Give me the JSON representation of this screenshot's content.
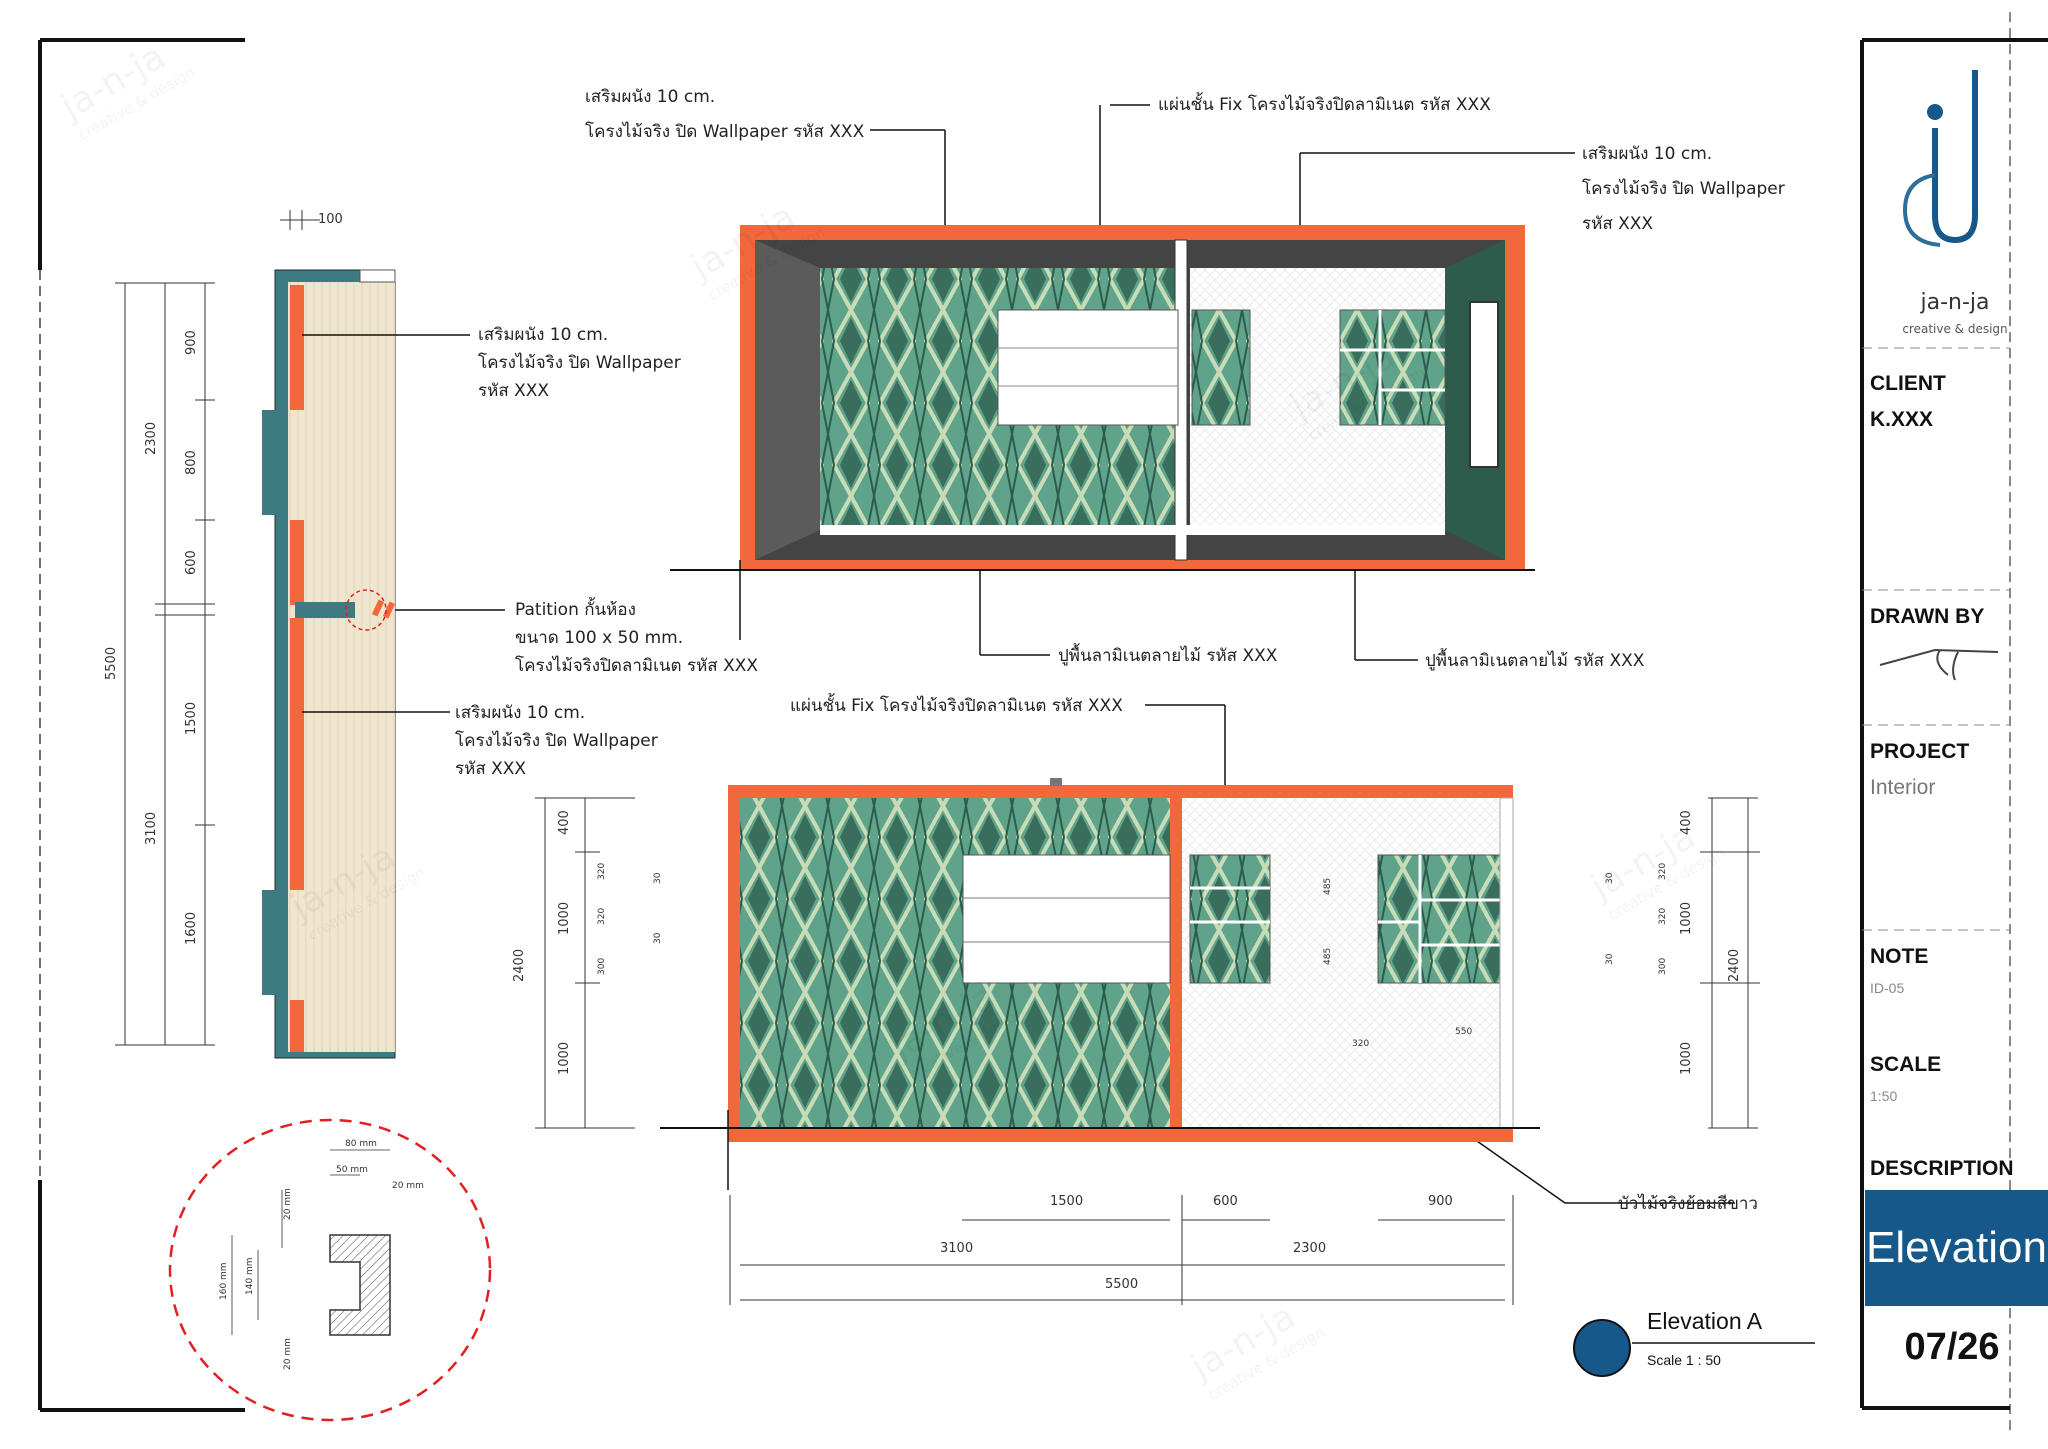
{
  "titleblock": {
    "logo": "ja-n-ja",
    "logo_tagline": "creative & design",
    "client_label": "CLIENT",
    "client_value": "K.XXX",
    "drawn_by_label": "DRAWN BY",
    "project_label": "PROJECT",
    "project_value": "Interior",
    "note_label": "NOTE",
    "note_value": "ID-05",
    "scale_label": "SCALE",
    "scale_value": "1:50",
    "description_label": "DESCRIPTION",
    "description_value": "Elevation",
    "sheet_number": "07/26"
  },
  "elevation_label": {
    "title": "Elevation A",
    "scale": "Scale 1 : 50"
  },
  "watermark": {
    "line1": "ja-n-ja",
    "line2": "creative & design"
  },
  "annotations": {
    "plan_wall_top": [
      "เสริมผนัง 10 cm.",
      "โครงไม้จริง ปิด Wallpaper",
      "รหัส XXX"
    ],
    "plan_partition": [
      "Patition กั้นห้อง",
      "ขนาด 100 x 50 mm.",
      "โครงไม้จริงปิดลามิเนต รหัส XXX"
    ],
    "plan_wall_bottom": [
      "เสริมผนัง 10 cm.",
      "โครงไม้จริง ปิด Wallpaper",
      "รหัส XXX"
    ],
    "persp_wall_left": [
      "เสริมผนัง 10 cm.",
      "โครงไม้จริง ปิด Wallpaper รหัส XXX"
    ],
    "persp_shelf": [
      "แผ่นชั้น Fix โครงไม้จริงปิดลามิเนต รหัส XXX"
    ],
    "persp_wall_right": [
      "เสริมผนัง 10 cm.",
      "โครงไม้จริง ปิด Wallpaper",
      "รหัส XXX"
    ],
    "persp_floor_left": [
      "ปูพื้นลามิเนตลายไม้ รหัส XXX"
    ],
    "persp_floor_right": [
      "ปูพื้นลามิเนตลายไม้ รหัส XXX"
    ],
    "elev_shelf": [
      "แผ่นชั้น Fix โครงไม้จริงปิดลามิเนต รหัส XXX"
    ],
    "elev_skirting": [
      "บัวไม้จริงย้อมสีขาว"
    ]
  },
  "dimensions": {
    "plan_top_thickness": "100",
    "plan_total": "5500",
    "plan_upper": "2300",
    "plan_lower": "3100",
    "plan_seg_900": "900",
    "plan_seg_800": "800",
    "plan_seg_600": "600",
    "plan_seg_1500": "1500",
    "plan_seg_1600": "1600",
    "elev_height": "2400",
    "elev_seg_400": "400",
    "elev_seg_1000": "1000",
    "elev_seg_1000b": "1000",
    "elev_320a": "320",
    "elev_320b": "320",
    "elev_300": "300",
    "elev_30a": "30",
    "elev_30b": "30",
    "elev_30c": "30",
    "elev_485a": "485",
    "elev_485b": "485",
    "elev_320_h": "320",
    "elev_550": "550",
    "bottom_1500": "1500",
    "bottom_600": "600",
    "bottom_900": "900",
    "bottom_3100": "3100",
    "bottom_2300": "2300",
    "bottom_5500": "5500",
    "detail_80": "80 mm",
    "detail_50": "50 mm",
    "detail_20a": "20 mm",
    "detail_20b": "20 mm",
    "detail_20c": "20 mm",
    "detail_160": "160 mm",
    "detail_140": "140 mm"
  },
  "colors": {
    "wall_section": "#3d7b81",
    "cut_orange": "#f0683c",
    "wood": "#f0e6d0",
    "wallpaper": "#5fa38b",
    "wallpaper_dark": "#2d5c4c",
    "wallpaper_light": "#c8dcb8",
    "floor_dark": "#55504c",
    "callout_red": "#e02020",
    "brand_blue": "#17588a"
  }
}
